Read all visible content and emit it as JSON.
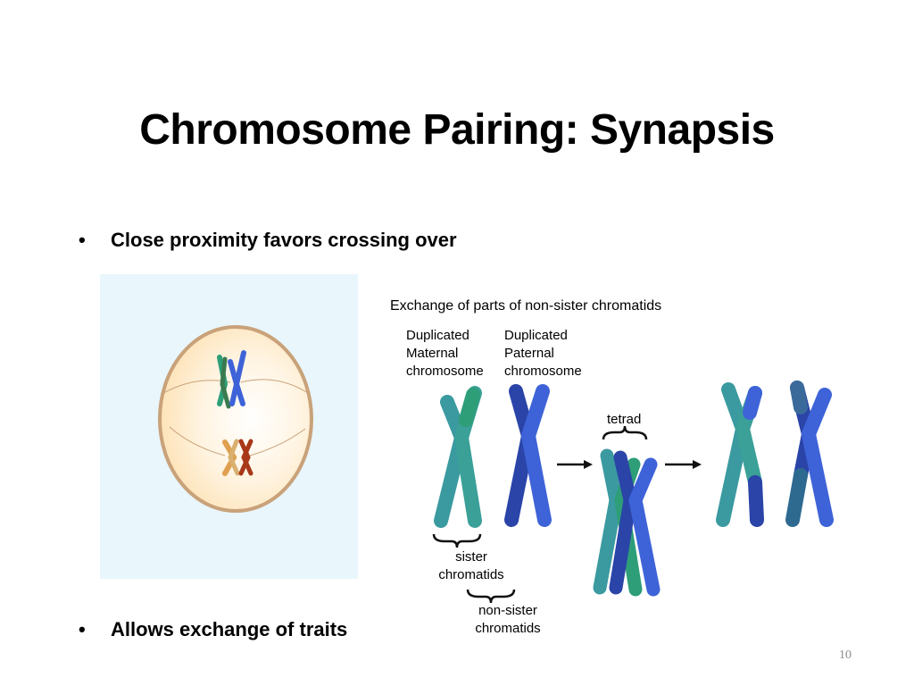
{
  "slide": {
    "title": "Chromosome Pairing: Synapsis",
    "bullets": [
      {
        "text": "Close proximity favors crossing over"
      },
      {
        "text": "Allows exchange of traits"
      }
    ],
    "page_number": "10"
  },
  "diagram": {
    "heading": "Exchange of parts of non-sister chromatids",
    "maternal_label": [
      "Duplicated",
      "Maternal",
      "chromosome"
    ],
    "paternal_label": [
      "Duplicated",
      "Paternal",
      "chromosome"
    ],
    "tetrad_label": "tetrad",
    "sister_label": [
      "sister",
      "chromatids"
    ],
    "nonsister_label": [
      "non-sister",
      "chromatids"
    ],
    "colors": {
      "maternal_teal": "#3a9aa0",
      "maternal_green": "#2e9e78",
      "paternal_blue": "#3e63d8",
      "paternal_dark": "#2a44a8",
      "cell_fill": "#fde6c0",
      "cell_border": "#c9a27a",
      "panel_bg": "#e9f6fc",
      "orange_chromosome": "#e0a050",
      "red_chromosome": "#a83818"
    }
  }
}
